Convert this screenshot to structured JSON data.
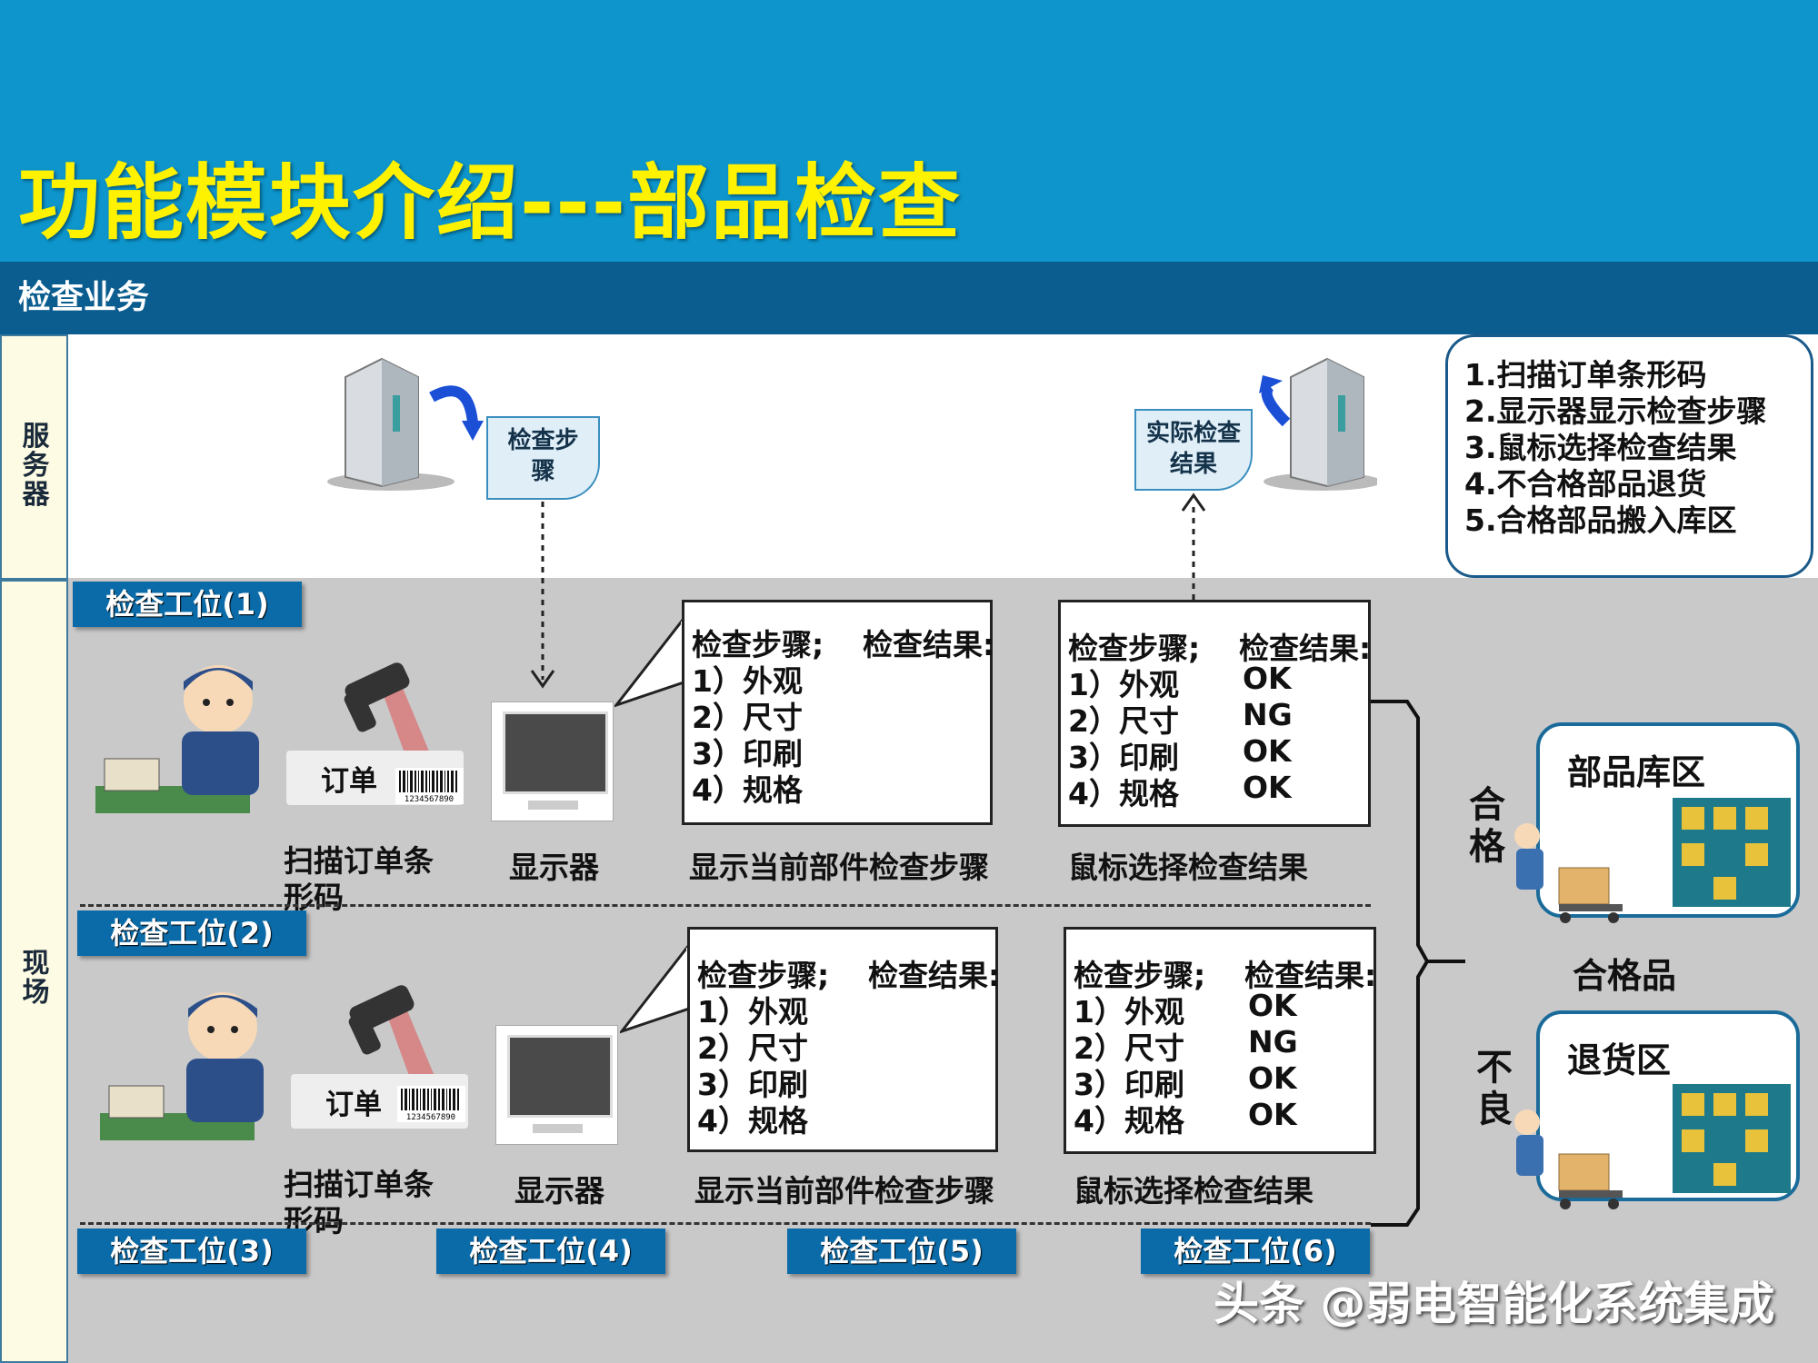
{
  "title": "功能模块介绍---部品检查",
  "subtitle": "检查业务",
  "rows": {
    "server": "服务器",
    "field": "现场"
  },
  "server_docs": {
    "steps": "检查步骤",
    "result": "实际检查结果"
  },
  "process_steps": [
    "1.扫描订单条形码",
    "2.显示器显示检查步骤",
    "3.鼠标选择检查结果",
    "4.不合格部品退货",
    "5.合格部品搬入库区"
  ],
  "stations": {
    "s1": "检查工位(1)",
    "s2": "检查工位(2)",
    "s3": "检查工位(3)",
    "s4": "检查工位(4)",
    "s5": "检查工位(5)",
    "s6": "检查工位(6)"
  },
  "labels": {
    "order": "订单",
    "barcode_digits": "1234567890",
    "scan": "扫描订单条形码",
    "monitor": "显示器",
    "display_steps": "显示当前部件检查步骤",
    "mouse_select": "鼠标选择检查结果"
  },
  "callout": {
    "header_steps": "检查步骤;",
    "header_result": "检查结果:",
    "steps": [
      "1）外观",
      "2）尺寸",
      "3）印刷",
      "4）规格"
    ],
    "results": [
      "OK",
      "NG",
      "OK",
      "OK"
    ]
  },
  "outcomes": {
    "pass_label": "合格",
    "fail_label": "不良",
    "pass_goods": "合格品",
    "parts_area": "部品库区",
    "return_area": "退货区"
  },
  "watermark": "头条 @弱电智能化系统集成",
  "colors": {
    "header": "#0d95cc",
    "subbar": "#0b5d8f",
    "title": "#fff200",
    "tab": "#0b6ba8",
    "field": "#c9c9c9"
  }
}
